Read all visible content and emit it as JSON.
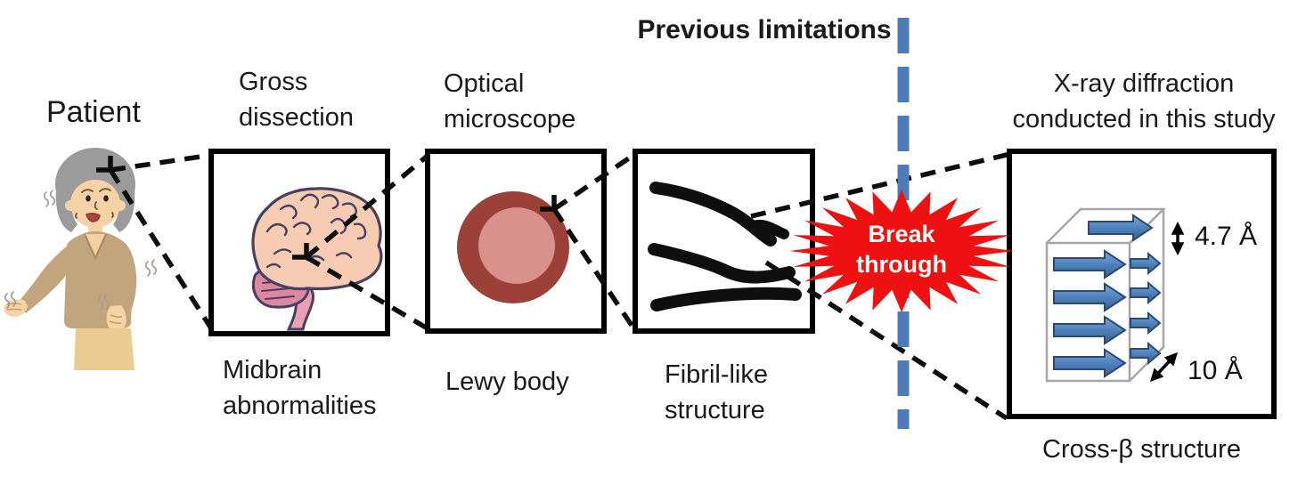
{
  "diagram": {
    "patient": {
      "label": "Patient",
      "illustration": "elderly-woman-with-tremor"
    },
    "header": {
      "previous_limitations": "Previous limitations"
    },
    "stages": [
      {
        "top_label": "Gross\ndissection",
        "bottom_label": "Midbrain\nabnormalities",
        "illustration": "brain"
      },
      {
        "top_label": "Optical\nmicroscope",
        "bottom_label": "Lewy body",
        "illustration": "lewy-body-inclusion"
      },
      {
        "top_label": "",
        "bottom_label": "Fibril-like\nstructure",
        "illustration": "amyloid-fibrils"
      },
      {
        "top_label": "X-ray diffraction\nconducted in this study",
        "bottom_label": "Cross-β structure",
        "illustration": "cross-beta-sheet-cube"
      }
    ],
    "breakthrough": {
      "label": "Break\nthrough",
      "shape": "red-starburst"
    },
    "divider": {
      "name": "previous-limitations-boundary",
      "style": "blue-dashed-vertical-line"
    },
    "measurements": {
      "strand_spacing": "4.7 Å",
      "sheet_spacing": "10 Å"
    },
    "colors": {
      "breakthrough_red": "#ee1111",
      "divider_blue": "#4e7cb8",
      "arrow_blue": "#4f81bd",
      "lewy_outer": "#9c4137",
      "lewy_inner": "#d8918d",
      "brain_fill": "#f7ccb3",
      "brain_outline": "#474060",
      "fibril_black": "#0e0e0e",
      "box_border": "#000000",
      "hair_gray": "#9b9b9b",
      "skin": "#f6d2a6",
      "cardigan_tan": "#c2a47d",
      "skirt_tan": "#eccb93",
      "text": "#1a1a1a"
    }
  }
}
